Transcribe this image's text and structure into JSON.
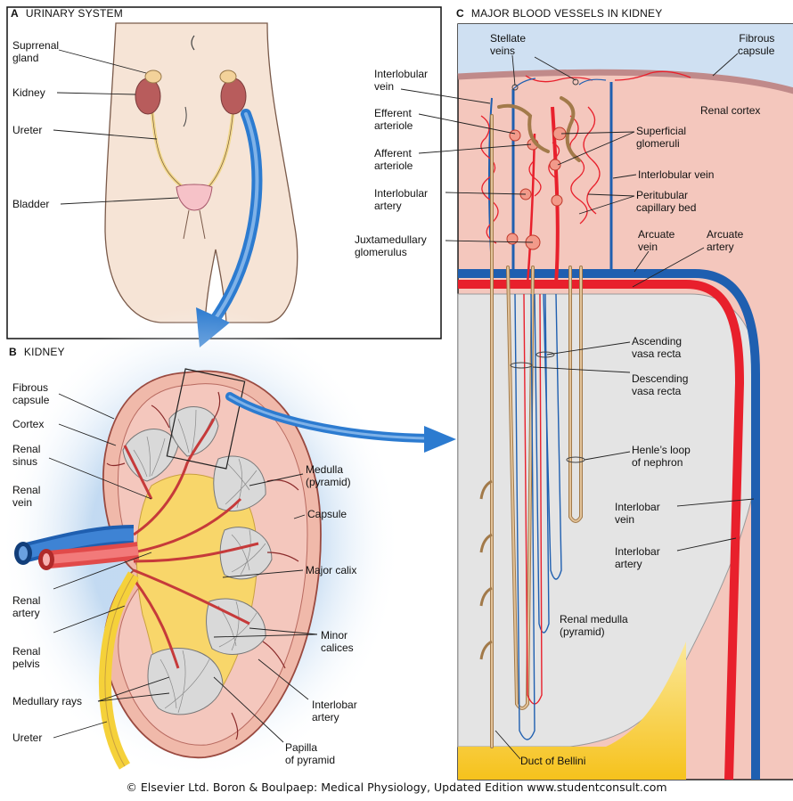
{
  "panels": {
    "a": {
      "letter": "A",
      "title": "URINARY SYSTEM"
    },
    "b": {
      "letter": "B",
      "title": "KIDNEY"
    },
    "c": {
      "letter": "C",
      "title": "MAJOR BLOOD VESSELS IN KIDNEY"
    }
  },
  "labels_a": {
    "suprarenal": "Suprrenal\ngland",
    "kidney": "Kidney",
    "ureter": "Ureter",
    "bladder": "Bladder"
  },
  "labels_b": {
    "fibrous_capsule": "Fibrous\ncapsule",
    "cortex": "Cortex",
    "renal_sinus": "Renal\nsinus",
    "renal_vein": "Renal\nvein",
    "renal_artery": "Renal\nartery",
    "renal_pelvis": "Renal\npelvis",
    "medullary_rays": "Medullary rays",
    "ureter": "Ureter",
    "medulla": "Medulla\n(pyramid)",
    "capsule": "Capsule",
    "major_calix": "Major calix",
    "minor_calices": "Minor\ncalices",
    "interlobar_artery": "Interlobar\nartery",
    "papilla": "Papilla\nof pyramid"
  },
  "labels_c": {
    "stellate_veins": "Stellate\nveins",
    "fibrous_capsule": "Fibrous\ncapsule",
    "interlobular_vein_left": "Interlobular\nvein",
    "renal_cortex": "Renal cortex",
    "efferent_arteriole": "Efferent\narteriole",
    "superficial_glomeruli": "Superficial\nglomeruli",
    "afferent_arteriole": "Afferent\narteriole",
    "interlobular_vein_right": "Interlobular vein",
    "interlobular_artery": "Interlobular\nartery",
    "peritubular": "Peritubular\ncapillary bed",
    "juxtamedullary": "Juxtamedullary\nglomerulus",
    "arcuate_vein": "Arcuate\nvein",
    "arcuate_artery": "Arcuate\nartery",
    "ascending_vasa": "Ascending\nvasa recta",
    "descending_vasa": "Descending\nvasa recta",
    "henle": "Henle’s loop\nof nephron",
    "interlobar_vein": "Interlobar\nvein",
    "interlobar_artery": "Interlobar\nartery",
    "renal_medulla": "Renal medulla\n(pyramid)",
    "duct_bellini": "Duct of Bellini"
  },
  "credit": "© Elsevier Ltd. Boron & Boulpaep: Medical Physiology, Updated Edition    www.studentconsult.com",
  "colors": {
    "artery": "#e8202c",
    "vein": "#1f5fb0",
    "cortex": "#f4c7bd",
    "medulla": "#e4e4e4",
    "capsule_blue": "#cfe0f2",
    "tubule": "#d9b07a",
    "calix": "#f7cf3a",
    "panel_a_bg": "#f7eadf",
    "kidney_brown": "#b85c5c"
  }
}
